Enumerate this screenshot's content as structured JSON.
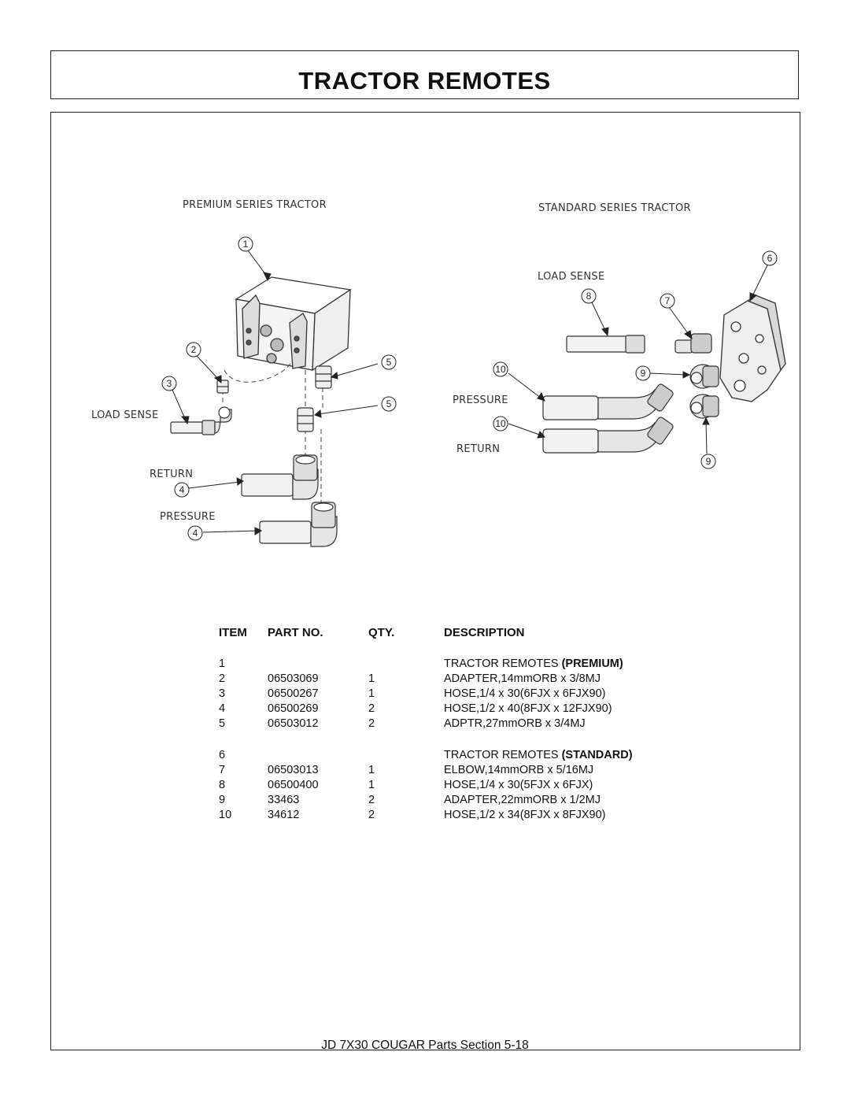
{
  "page": {
    "title": "TRACTOR REMOTES",
    "footer": "JD 7X30 COUGAR  Parts Section  5-18"
  },
  "diagram": {
    "premium_title": "PREMIUM SERIES TRACTOR",
    "standard_title": "STANDARD SERIES TRACTOR",
    "premium_labels": {
      "load_sense": "LOAD SENSE",
      "return": "RETURN",
      "pressure": "PRESSURE"
    },
    "standard_labels": {
      "load_sense": "LOAD SENSE",
      "pressure": "PRESSURE",
      "return": "RETURN"
    },
    "callouts": {
      "c1": "1",
      "c2": "2",
      "c3": "3",
      "c4a": "4",
      "c4b": "4",
      "c5a": "5",
      "c5b": "5",
      "c6": "6",
      "c7": "7",
      "c8": "8",
      "c9a": "9",
      "c9b": "9",
      "c10a": "10",
      "c10b": "10"
    }
  },
  "parts_table": {
    "headers": {
      "item": "ITEM",
      "part_no": "PART NO.",
      "qty": "QTY.",
      "description": "DESCRIPTION"
    },
    "rows": [
      {
        "item": "1",
        "part_no": "",
        "qty": "",
        "desc": "TRACTOR REMOTES ",
        "desc_bold": "(PREMIUM)"
      },
      {
        "item": "2",
        "part_no": "06503069",
        "qty": "1",
        "desc": "ADAPTER,14mmORB x 3/8MJ",
        "desc_bold": ""
      },
      {
        "item": "3",
        "part_no": "06500267",
        "qty": "1",
        "desc": "HOSE,1/4 x 30(6FJX x 6FJX90)",
        "desc_bold": ""
      },
      {
        "item": "4",
        "part_no": "06500269",
        "qty": "2",
        "desc": "HOSE,1/2 x 40(8FJX x 12FJX90)",
        "desc_bold": ""
      },
      {
        "item": "5",
        "part_no": "06503012",
        "qty": "2",
        "desc": "ADPTR,27mmORB x 3/4MJ",
        "desc_bold": ""
      },
      {
        "item": "6",
        "part_no": "",
        "qty": "",
        "desc": "TRACTOR REMOTES ",
        "desc_bold": "(STANDARD)"
      },
      {
        "item": "7",
        "part_no": "06503013",
        "qty": "1",
        "desc": "ELBOW,14mmORB x 5/16MJ",
        "desc_bold": ""
      },
      {
        "item": "8",
        "part_no": "06500400",
        "qty": "1",
        "desc": "HOSE,1/4 x 30(5FJX x 6FJX)",
        "desc_bold": ""
      },
      {
        "item": "9",
        "part_no": "33463",
        "qty": "2",
        "desc": "ADAPTER,22mmORB x 1/2MJ",
        "desc_bold": ""
      },
      {
        "item": "10",
        "part_no": "34612",
        "qty": "2",
        "desc": "HOSE,1/2 x 34(8FJX x 8FJX90)",
        "desc_bold": ""
      }
    ]
  }
}
